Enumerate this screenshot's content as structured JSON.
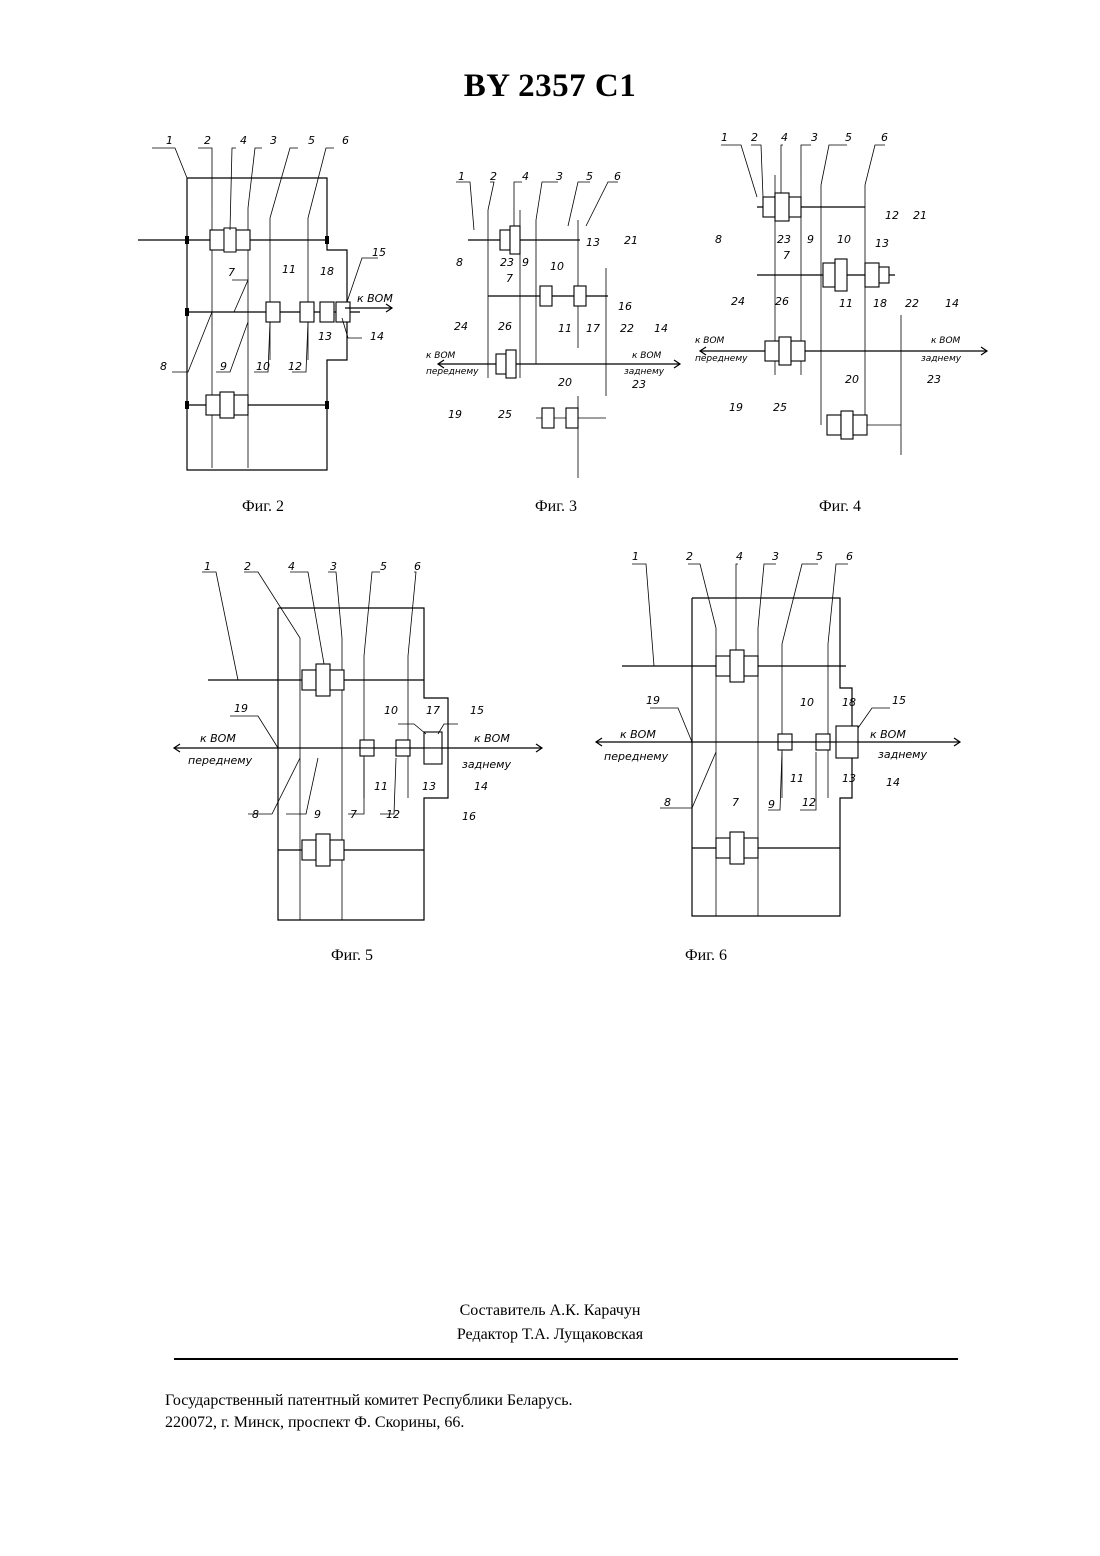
{
  "doc_number": "BY 2357 C1",
  "figures": [
    {
      "caption": "Фиг. 2",
      "labels": {
        "n1": "1",
        "n2": "2",
        "n3": "3",
        "n4": "4",
        "n5": "5",
        "n6": "6",
        "n7": "7",
        "n8": "8",
        "n9": "9",
        "n10": "10",
        "n11": "11",
        "n12": "12",
        "n13": "13",
        "n14": "14",
        "n15": "15",
        "n18": "18"
      },
      "output_rear": "к ВОМ"
    },
    {
      "caption": "Фиг. 3",
      "labels": {
        "n1": "1",
        "n2": "2",
        "n3": "3",
        "n4": "4",
        "n5": "5",
        "n6": "6",
        "n7": "7",
        "n8": "8",
        "n9": "9",
        "n10": "10",
        "n11": "11",
        "n13": "13",
        "n14": "14",
        "n16": "16",
        "n17": "17",
        "n19": "19",
        "n20": "20",
        "n21": "21",
        "n22": "22",
        "n23": "23",
        "n23b": "23",
        "n24": "24",
        "n25": "25",
        "n26": "26"
      },
      "front_1": "к ВОМ",
      "front_2": "переднему",
      "rear_1": "к ВОМ",
      "rear_2": "заднему"
    },
    {
      "caption": "Фиг. 4",
      "labels": {
        "n1": "1",
        "n2": "2",
        "n3": "3",
        "n4": "4",
        "n5": "5",
        "n6": "6",
        "n7": "7",
        "n8": "8",
        "n9": "9",
        "n10": "10",
        "n11": "11",
        "n12": "12",
        "n13": "13",
        "n14": "14",
        "n18": "18",
        "n19": "19",
        "n20": "20",
        "n21": "21",
        "n22": "22",
        "n23": "23",
        "n23b": "23",
        "n24": "24",
        "n25": "25",
        "n26": "26"
      },
      "front_1": "к ВОМ",
      "front_2": "переднему",
      "rear_1": "к ВОМ",
      "rear_2": "заднему"
    },
    {
      "caption": "Фиг. 5",
      "labels": {
        "n1": "1",
        "n2": "2",
        "n3": "3",
        "n4": "4",
        "n5": "5",
        "n6": "6",
        "n7": "7",
        "n8": "8",
        "n9": "9",
        "n10": "10",
        "n11": "11",
        "n12": "12",
        "n13": "13",
        "n14": "14",
        "n15": "15",
        "n16": "16",
        "n17": "17",
        "n19": "19"
      },
      "front_1": "к ВОМ",
      "front_2": "переднему",
      "rear_1": "к ВОМ",
      "rear_2": "заднему"
    },
    {
      "caption": "Фиг. 6",
      "labels": {
        "n1": "1",
        "n2": "2",
        "n3": "3",
        "n4": "4",
        "n5": "5",
        "n6": "6",
        "n7": "7",
        "n8": "8",
        "n9": "9",
        "n10": "10",
        "n11": "11",
        "n12": "12",
        "n13": "13",
        "n14": "14",
        "n15": "15",
        "n18": "18",
        "n19": "19"
      },
      "front_1": "к ВОМ",
      "front_2": "переднему",
      "rear_1": "к ВОМ",
      "rear_2": "заднему"
    }
  ],
  "footer": {
    "compiler": "Составитель А.К. Карачун",
    "editor": "Редактор Т.А. Лущаковская",
    "org": "Государственный патентный комитет Республики Беларусь.",
    "address": "220072, г. Минск, проспект Ф. Скорины, 66."
  }
}
